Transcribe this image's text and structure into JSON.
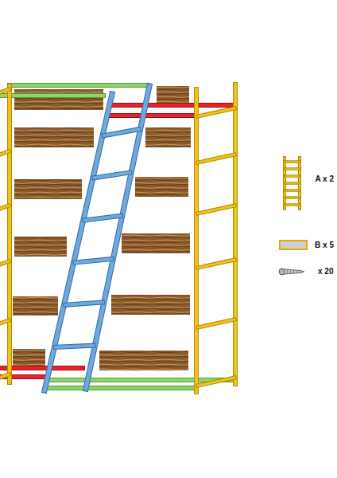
{
  "diagram": {
    "labels": [
      "A x 2",
      "B x 5",
      "x 20"
    ]
  }
}
